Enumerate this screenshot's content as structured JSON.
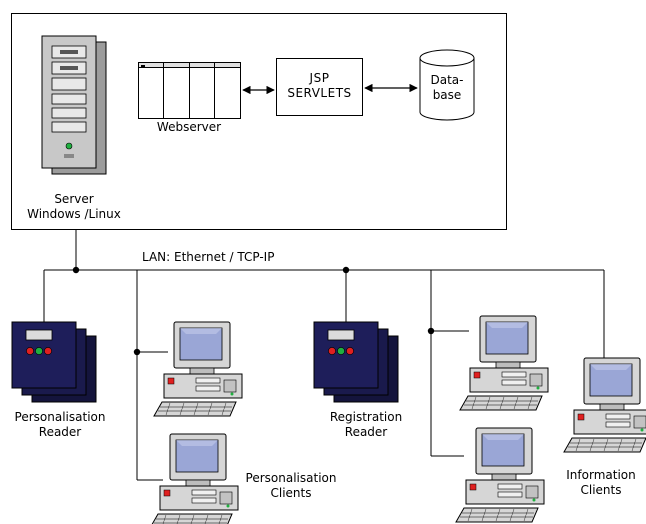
{
  "server": {
    "label_line1": "Server",
    "label_line2": "Windows /Linux"
  },
  "webserver": {
    "label": "Webserver"
  },
  "jsp": {
    "line1": "JSP",
    "line2": "SERVLETS"
  },
  "database": {
    "line1": "Data-",
    "line2": "base"
  },
  "lan": {
    "label": "LAN: Ethernet / TCP-IP"
  },
  "personalisation_reader": {
    "line1": "Personalisation",
    "line2": "Reader"
  },
  "registration_reader": {
    "line1": "Registration",
    "line2": "Reader"
  },
  "personalisation_clients": {
    "line1": "Personalisation",
    "line2": "Clients"
  },
  "information_clients": {
    "line1": "Information",
    "line2": "Clients"
  },
  "colors": {
    "reader_body": "#1e1e5a",
    "reader_led_red": "#e02020",
    "reader_led_green": "#20b040",
    "screen": "#9aa6d6",
    "computer_body": "#d6d6d6",
    "server_body": "#c8c8c8"
  }
}
